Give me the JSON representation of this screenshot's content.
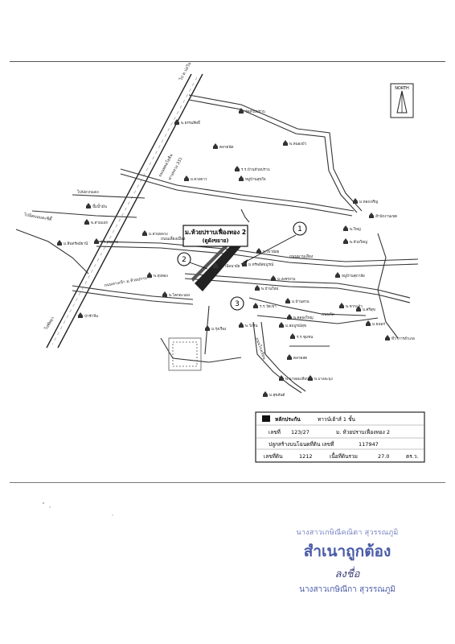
{
  "compass": {
    "label": "NORTH"
  },
  "roads": {
    "main_hw": "ถนนพหลโยธิน",
    "hw_number": "ทางหลวง 331",
    "top_road": "ไป ต.บ่อวิน",
    "left_road": "ไปปลวกแดง",
    "left_road_2": "ไปนิคมอมตะซิตี้",
    "bottom_left": "ไปพัทยา",
    "lower_road": "ถนนทางเข้า ม.ห้วยปราบฯ",
    "soi_a": "ถนนเลี่ยงเมือง",
    "soi_b": "ถนนมาบเอียง",
    "soi_c": "ถนนโรงเรียน",
    "soi_d": "ถนนวัด"
  },
  "project": {
    "title": "ม.ห้วยปราบเฟื่องทอง 2",
    "subtitle": "(ดูผังขยาย)"
  },
  "markers": [
    "1",
    "2",
    "3"
  ],
  "places": [
    "วัดห้วยปราบ",
    "พ.ธรรมสิทธิ์",
    "ร.ร.บ้านห้วยปราบ",
    "ตลาดนัด",
    "พ.หนองบัว",
    "ม.ดวงดาว",
    "หมู่บ้านสุขใจ",
    "ปั๊มน้ำมัน",
    "พ.สามแยก",
    "ร.ร.อนุบาล",
    "ม.สวนหลวง",
    "พ.ทุ่งทอง",
    "พ.โคกตะบอง",
    "สถานีอนามัย",
    "พ.บ้านใหม่",
    "ม.เพชรงาม",
    "พ.เขาน้อย",
    "ม.ทรัพย์สมบูรณ์",
    "ม.รุ่งเรือง",
    "พ.วังหิน",
    "ร.ร.วัดเขา",
    "ม.บ้านสวน",
    "พ.คลองใหญ่",
    "พ.ชากแง้ว",
    "ม.ศรีสุข",
    "หมู่บ้านศุภาลัย",
    "พ.ห้วยใหญ่",
    "ม.ทองเจริญ",
    "สำนักงานเขต",
    "พ.ใหญ่",
    "ม.สมบูรณ์สุข",
    "ร.ร.ชุมชน",
    "ตลาดสด",
    "พ.นาจอมเทียน",
    "ม.สุขสันต์",
    "พ.บางละมุง",
    "ม.ธนพร",
    "ที่ว่าการอำเภอ",
    "ม.สินทรัพย์ธานี",
    "ป่าช้าจีน"
  ],
  "legend": {
    "heading": "หลักประกัน",
    "type_label": "ทาวน์เฮ้าส์ 1 ชั้น",
    "no_label": "เลขที่",
    "no_value": "123/27",
    "village": "ม. ห้วยปราบเฟื่องทอง 2",
    "deed_label": "ปลูกสร้างบนโฉนดที่ดิน เลขที่",
    "deed_value": "117947",
    "land_label": "เลขที่ดิน",
    "land_value": "1212",
    "area_label": "เนื้อที่ดินรวม",
    "area_value": "27.0",
    "area_unit": "ตร.ว."
  },
  "stamp": {
    "line1": "นางสาวเกษิณีคณิตา สุวรรณภูมิ",
    "line2": "สำเนาถูกต้อง",
    "signature": "ลงชื่อ",
    "line3": "นางสาวเกษิณีกา สุวรรณภูมิ"
  }
}
